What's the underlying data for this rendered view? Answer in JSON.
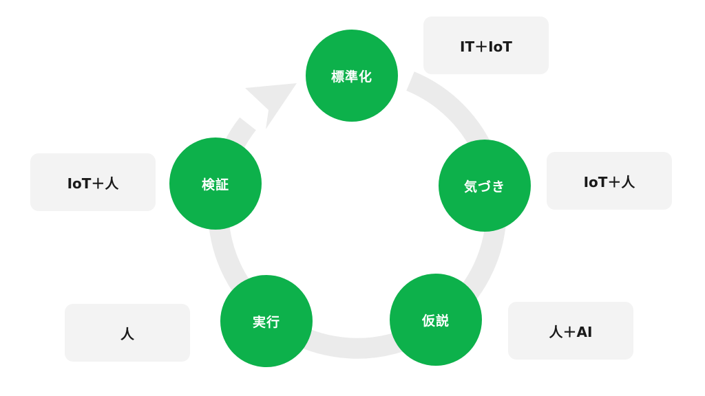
{
  "colors": {
    "node_fill": "#0db14b",
    "cycle_ring": "#ebebeb",
    "tag_background": "#f3f3f3",
    "tag_text": "#1a1a1a",
    "node_text": "#ffffff"
  },
  "cycle": {
    "nodes": [
      {
        "id": "standardize",
        "label": "標準化"
      },
      {
        "id": "awareness",
        "label": "気づき"
      },
      {
        "id": "hypothesis",
        "label": "仮説"
      },
      {
        "id": "execution",
        "label": "実行"
      },
      {
        "id": "verification",
        "label": "検証"
      }
    ],
    "direction": "clockwise"
  },
  "tags": {
    "standardize": "IT＋IoT",
    "awareness": "IoT＋人",
    "hypothesis": "人＋AI",
    "execution": "人",
    "verification": "IoT＋人"
  }
}
